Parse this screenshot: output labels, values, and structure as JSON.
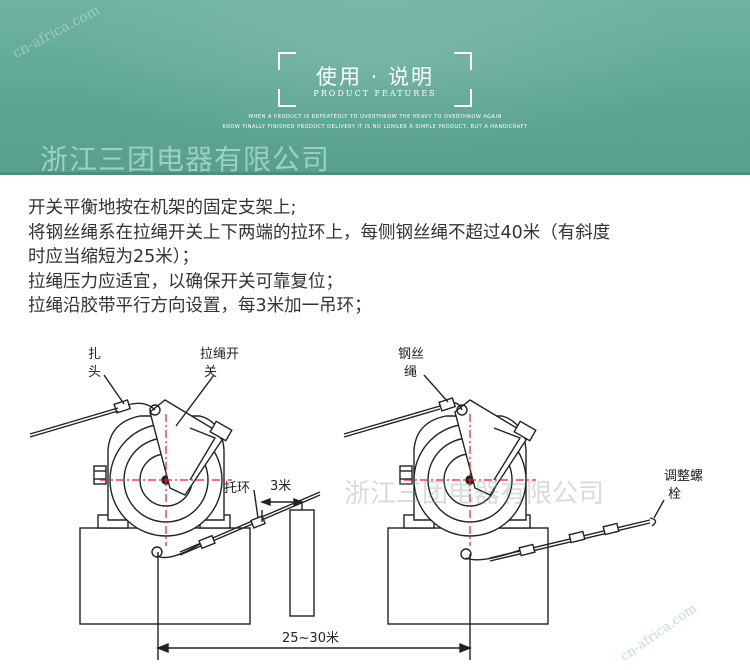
{
  "header": {
    "title": "使用 · 说明",
    "subtitle": "PRODUCT FEATURES",
    "tagline_1": "WHEN A PRODUCT IS REPEATEDLY TO OVERTHROW THE HEAVY TO OVERTHROW AGAIN",
    "tagline_2": "KNOW FINALLY FINISHED PRODUCT DELIVERY IT IS NO LONGER A SIMPLE PRODUCT, BUT A HANDICRAFT",
    "company": "浙江三团电器有限公司",
    "watermark": "cn-africa.com",
    "bg_color": "#5ea694"
  },
  "instructions": [
    "开关平衡地按在机架的固定支架上;",
    "将钢丝绳系在拉绳开关上下两端的拉环上，每侧钢丝绳不超过40米（有斜度",
    "时应当缩短为25米）；",
    "拉绳压力应适宜，以确保开关可靠复位；",
    "拉绳沿胶带平行方向设置，每3米加一吊环；"
  ],
  "diagram": {
    "label_zha_1": "扎",
    "label_zha_2": "头",
    "label_switch_1": "拉绳开",
    "label_switch_2": "关",
    "label_rope_1": "钢丝",
    "label_rope_2": "绳",
    "label_tuohuan": "托环",
    "label_3m": "3米",
    "label_adjust_1": "调整螺",
    "label_adjust_2": "栓",
    "label_distance": "25~30米",
    "watermark": "浙江三团电器有限公司",
    "corner_watermark": "cn-africa.com"
  }
}
